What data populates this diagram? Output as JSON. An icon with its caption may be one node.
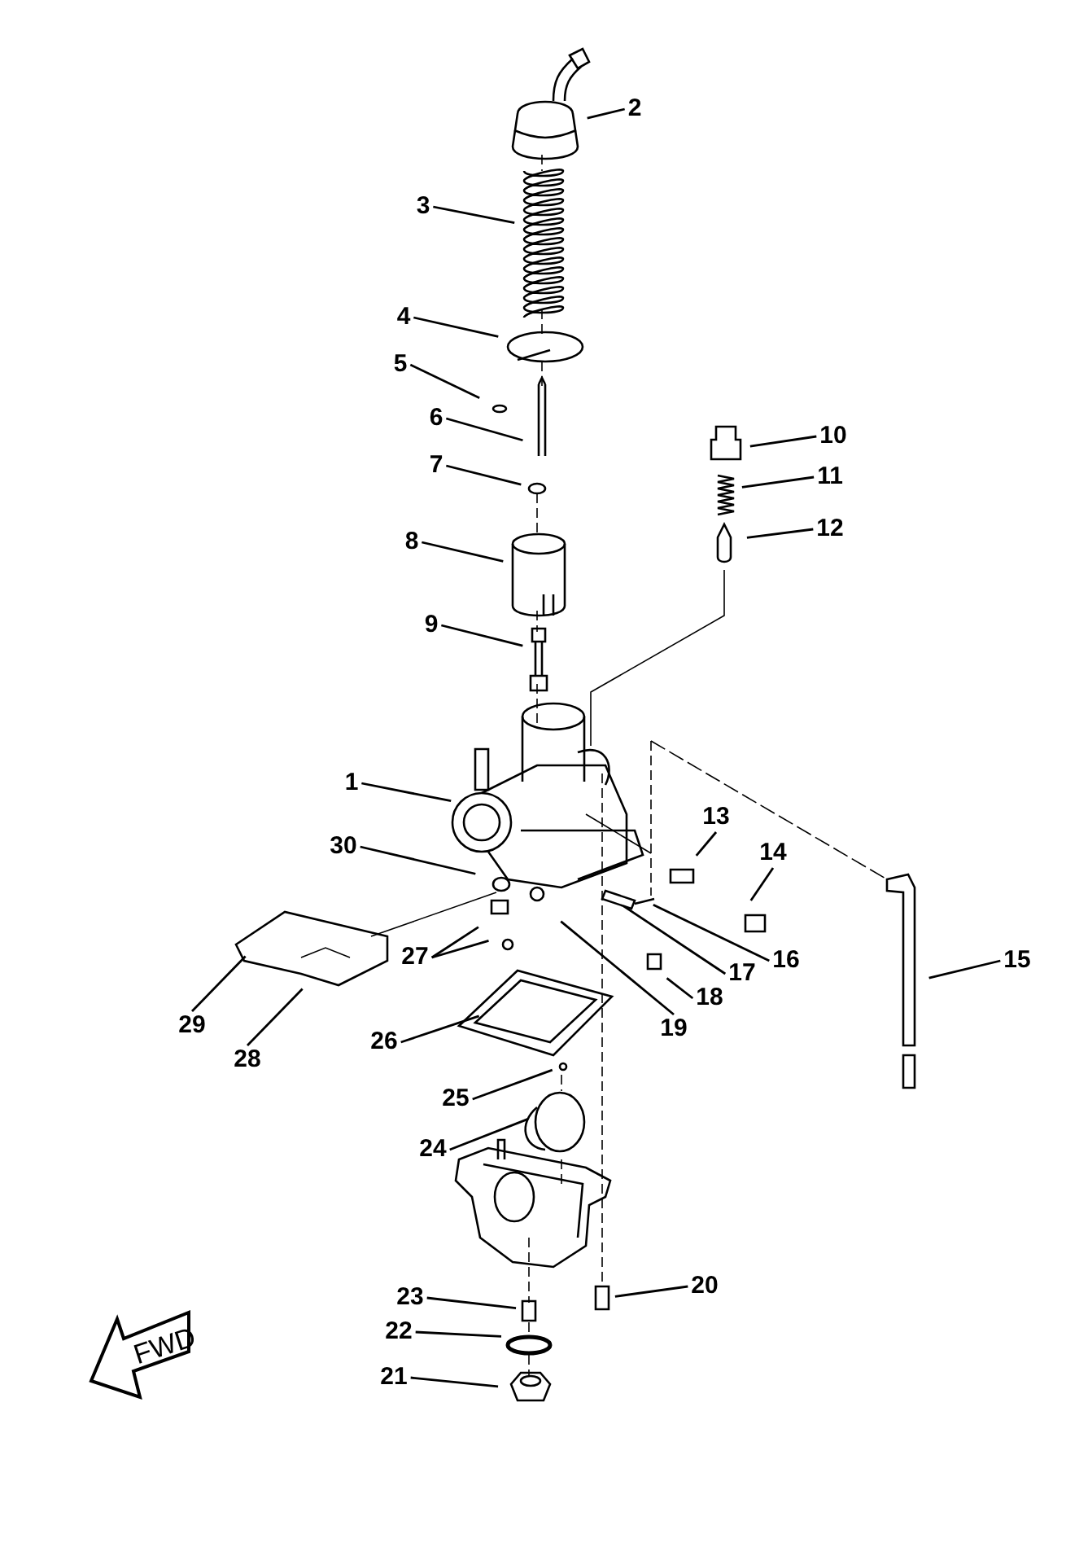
{
  "diagram": {
    "nodes": [
      {
        "text": [
          "2"
        ]
      },
      {
        "text": [
          "3"
        ]
      },
      {
        "text": [
          "4"
        ]
      },
      {
        "text": [
          "5"
        ]
      },
      {
        "text": [
          "6"
        ]
      },
      {
        "text": [
          "10"
        ]
      },
      {
        "text": [
          "7"
        ]
      },
      {
        "text": [
          "11"
        ]
      },
      {
        "text": [
          "12"
        ]
      },
      {
        "text": [
          "8"
        ]
      },
      {
        "text": [
          "9"
        ]
      },
      {
        "text": [
          "1"
        ]
      },
      {
        "text": [
          "13"
        ]
      },
      {
        "text": [
          "30"
        ]
      },
      {
        "text": [
          "14"
        ]
      },
      {
        "text": [
          "27"
        ]
      },
      {
        "text": [
          "16"
        ]
      },
      {
        "text": [
          "15"
        ]
      },
      {
        "text": [
          "17"
        ]
      },
      {
        "text": [
          "18"
        ]
      },
      {
        "text": [
          "29"
        ]
      },
      {
        "text": [
          "19"
        ]
      },
      {
        "text": [
          "26"
        ]
      },
      {
        "text": [
          "28"
        ]
      },
      {
        "text": [
          "25"
        ]
      },
      {
        "text": [
          "24"
        ]
      },
      {
        "text": [
          "20"
        ]
      },
      {
        "text": [
          "23"
        ]
      },
      {
        "text": [
          "22"
        ]
      },
      {
        "text": [
          "21"
        ]
      }
    ],
    "edges": [
      {
        "from": 0,
        "to": null,
        "arrow": "none"
      },
      {
        "from": 1,
        "to": null,
        "arrow": "none"
      },
      {
        "from": 2,
        "to": null,
        "arrow": "none"
      },
      {
        "from": 3,
        "to": null,
        "arrow": "none"
      },
      {
        "from": 4,
        "to": null,
        "arrow": "none"
      },
      {
        "from": 5,
        "to": null,
        "arrow": "none"
      },
      {
        "from": 6,
        "to": null,
        "arrow": "none"
      },
      {
        "from": 7,
        "to": null,
        "arrow": "none"
      },
      {
        "from": 8,
        "to": null,
        "arrow": "none"
      },
      {
        "from": 9,
        "to": null,
        "arrow": "none"
      },
      {
        "from": 10,
        "to": null,
        "arrow": "none"
      },
      {
        "from": 11,
        "to": null,
        "arrow": "none"
      },
      {
        "from": 12,
        "to": null,
        "arrow": "none"
      },
      {
        "from": 13,
        "to": null,
        "arrow": "none"
      },
      {
        "from": 14,
        "to": null,
        "arrow": "none"
      },
      {
        "from": 15,
        "to": null,
        "arrow": "none"
      },
      {
        "from": 15,
        "to": null,
        "arrow": "none"
      },
      {
        "from": 16,
        "to": null,
        "arrow": "none"
      },
      {
        "from": 17,
        "to": null,
        "arrow": "none"
      },
      {
        "from": 18,
        "to": null,
        "arrow": "none"
      },
      {
        "from": 19,
        "to": null,
        "arrow": "none"
      },
      {
        "from": 20,
        "to": null,
        "arrow": "none"
      },
      {
        "from": 21,
        "to": null,
        "arrow": "none"
      },
      {
        "from": 22,
        "to": null,
        "arrow": "none"
      },
      {
        "from": 23,
        "to": null,
        "arrow": "none"
      },
      {
        "from": 24,
        "to": null,
        "arrow": "none"
      },
      {
        "from": 25,
        "to": null,
        "arrow": "none"
      },
      {
        "from": 26,
        "to": null,
        "arrow": "none"
      },
      {
        "from": 27,
        "to": null,
        "arrow": "none"
      },
      {
        "from": 28,
        "to": null,
        "arrow": "none"
      },
      {
        "from": 29,
        "to": null,
        "arrow": "none"
      }
    ],
    "labels": [
      "FWD"
    ]
  }
}
